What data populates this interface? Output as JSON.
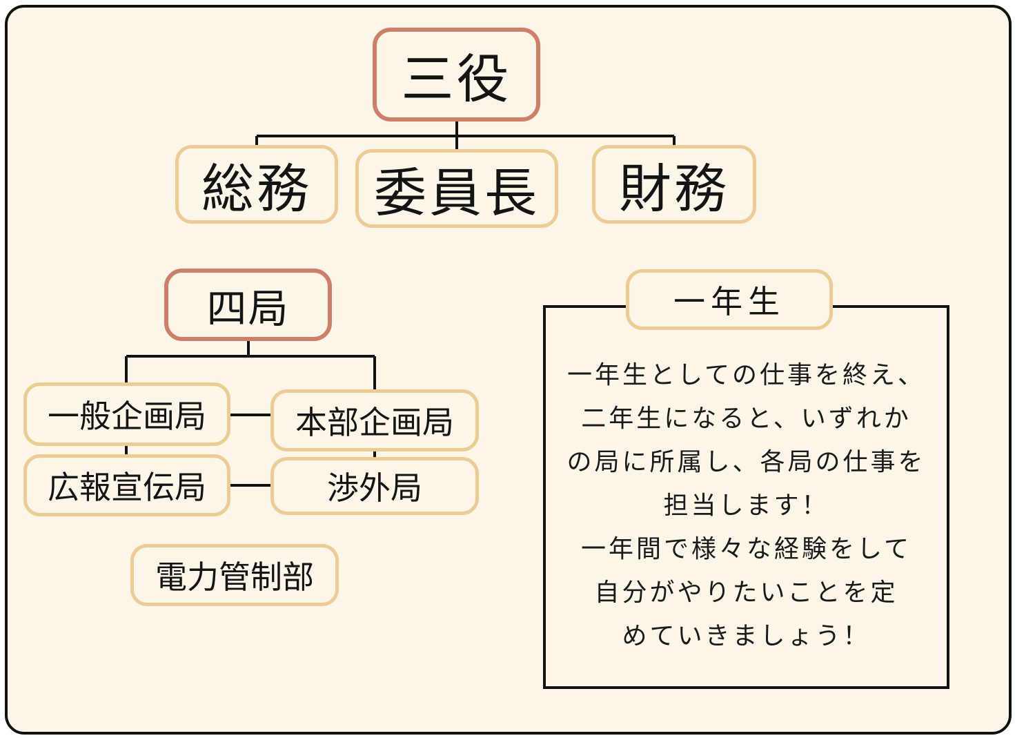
{
  "top_group": {
    "title": "三役",
    "roles": [
      "総務",
      "委員長",
      "財務"
    ]
  },
  "bureaus": {
    "title": "四局",
    "items": [
      "一般企画局",
      "本部企画局",
      "広報宣伝局",
      "渉外局"
    ],
    "extra": "電力管制部"
  },
  "first_year": {
    "title": "一年生",
    "lines": [
      "一年生としての仕事を終え、",
      "二年生になると、いずれか",
      "の局に所属し、各局の仕事を",
      "担当します！",
      "一年間で様々な経験をして",
      "自分がやりたいことを定",
      "めていきましょう！"
    ]
  },
  "colors": {
    "background": "#fcf6e8",
    "primary_border": "#cf7f68",
    "secondary_border": "#efcb94",
    "line": "#111111"
  }
}
